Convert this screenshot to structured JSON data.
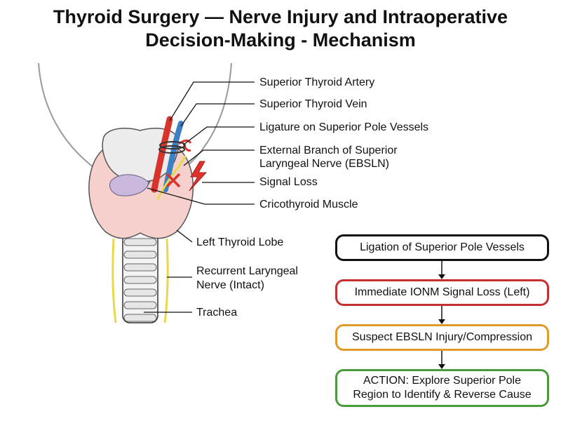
{
  "title": {
    "line1": "Thyroid Surgery — Nerve Injury and Intraoperative",
    "line2": "Decision-Making - Mechanism"
  },
  "labels": {
    "superior_thyroid_artery": "Superior Thyroid Artery",
    "superior_thyroid_vein": "Superior Thyroid Vein",
    "ligature": "Ligature on Superior Pole Vessels",
    "ebsln_line1": "External Branch of Superior",
    "ebsln_line2": "Laryngeal Nerve (EBSLN)",
    "signal_loss": "Signal Loss",
    "cricothyroid": "Cricothyroid Muscle",
    "left_lobe": "Left Thyroid Lobe",
    "rln_line1": "Recurrent Laryngeal",
    "rln_line2": "Nerve (Intact)",
    "trachea": "Trachea"
  },
  "flowchart": {
    "step1": "Ligation of Superior Pole Vessels",
    "step2": "Immediate IONM Signal Loss (Left)",
    "step3": "Suspect EBSLN Injury/Compression",
    "step4_line1": "ACTION: Explore Superior Pole",
    "step4_line2": "Region to Identify & Reverse Cause"
  },
  "colors": {
    "step1_border": "#111111",
    "step2_border": "#c62f2f",
    "step3_border": "#e09a2a",
    "step4_border": "#4a9a3c",
    "artery": "#d9342b",
    "vein": "#3b7fc4",
    "nerve": "#e8d84a",
    "thyroid": "#f6d0cc"
  }
}
